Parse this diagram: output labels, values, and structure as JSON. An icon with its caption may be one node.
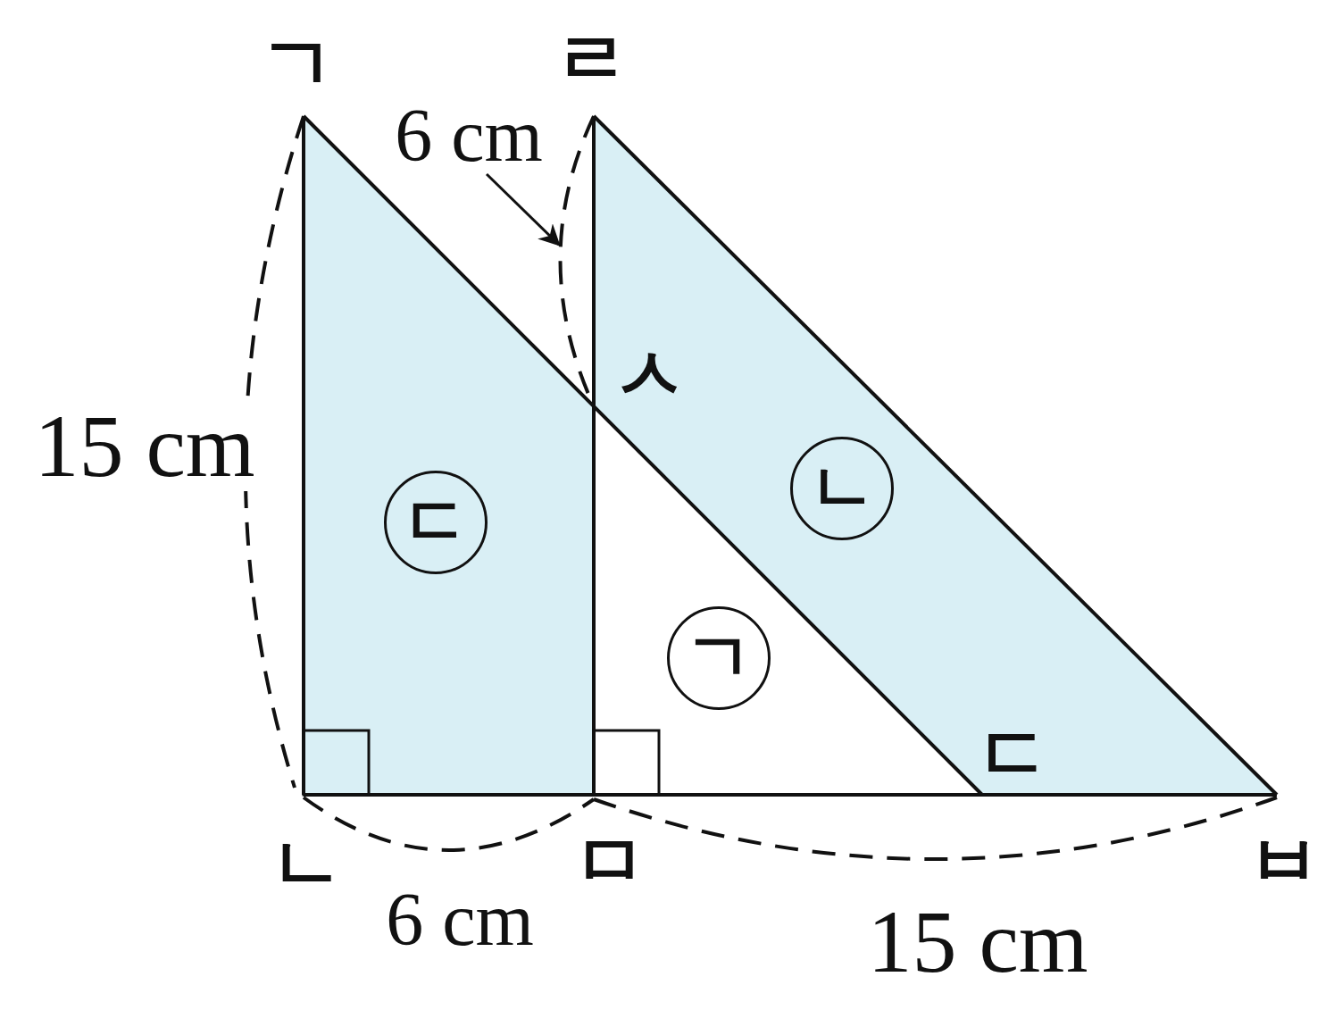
{
  "diagram": {
    "nodes": [
      {
        "text": [
          "ㄷ"
        ]
      },
      {
        "text": [
          "ㄴ"
        ]
      },
      {
        "text": [
          "ㄱ"
        ]
      }
    ],
    "labels": [
      "ㄱ",
      "ㄹ",
      "6 cm",
      "ㅅ",
      "15 cm",
      "ㄷ",
      "ㄴ",
      "ㅁ",
      "ㅂ",
      "6 cm",
      "15 cm"
    ]
  }
}
